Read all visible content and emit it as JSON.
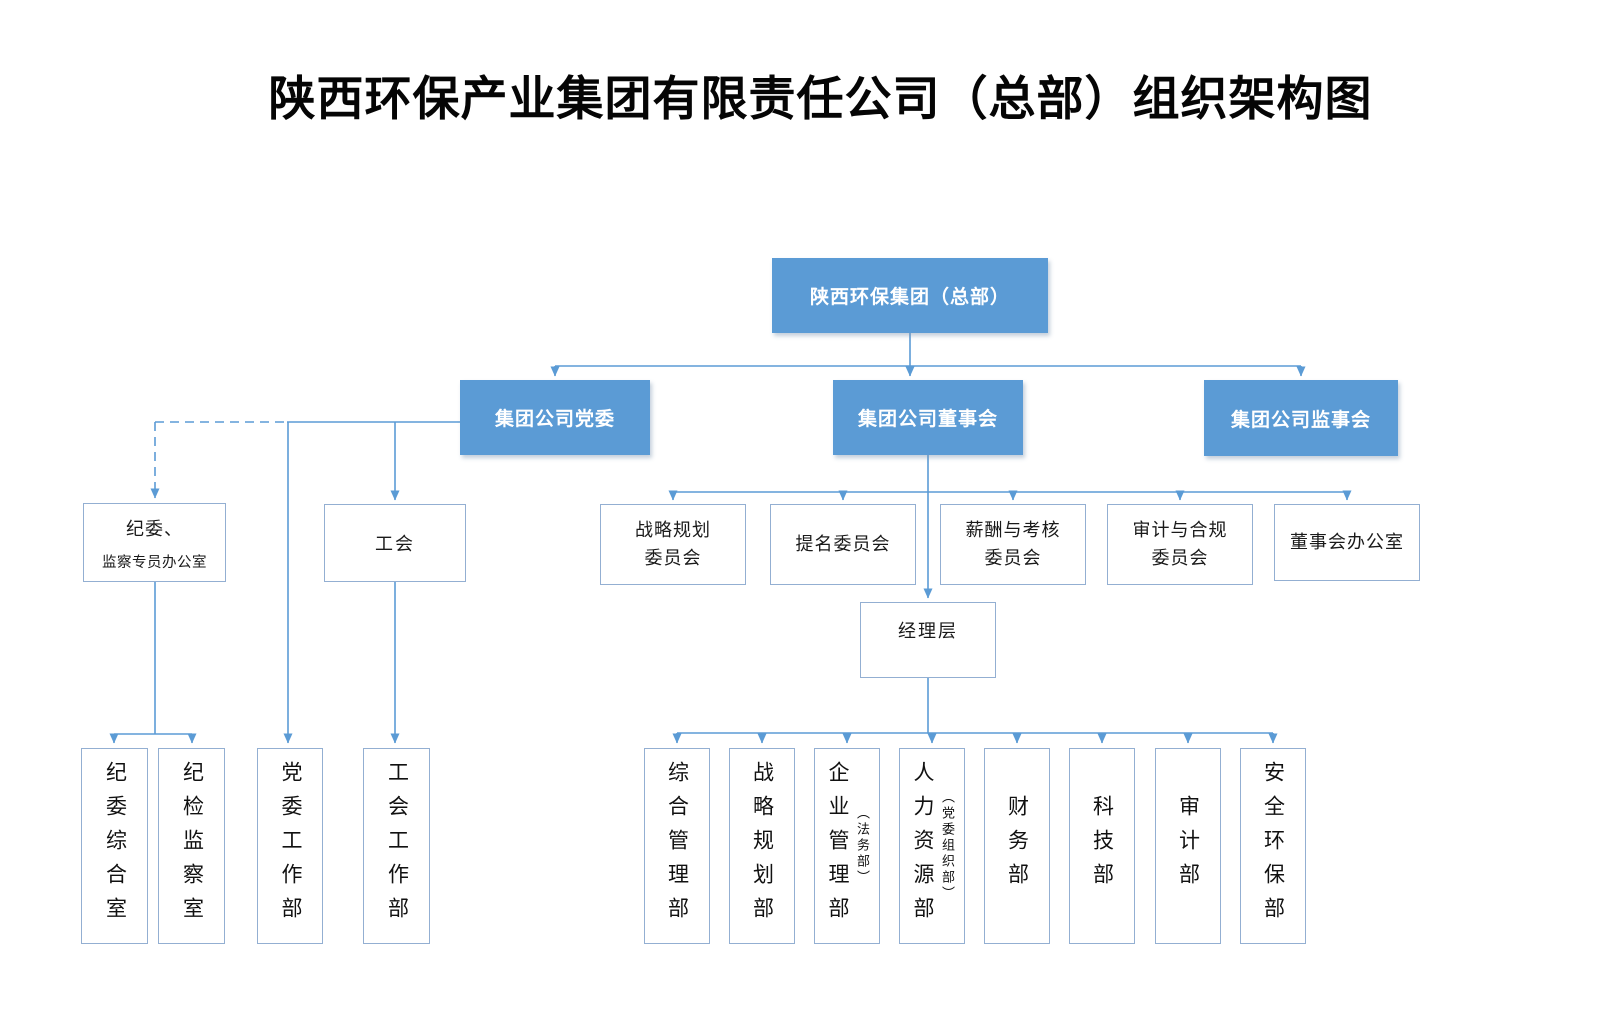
{
  "title": "陕西环保产业集团有限责任公司（总部）组织架构图",
  "colors": {
    "node_blue": "#5B9BD5",
    "connector_blue": "#5B9BD5",
    "white_box_border": "#93AFD2",
    "title_text": "#050505",
    "box_text": "#1a1a1a"
  },
  "nodes": {
    "root": {
      "label": "陕西环保集团（总部）"
    },
    "party": {
      "label": "集团公司党委"
    },
    "board": {
      "label": "集团公司董事会"
    },
    "supervisors": {
      "label": "集团公司监事会"
    },
    "discipline_office": {
      "line1": "纪委、",
      "line2": "监察专员办公室"
    },
    "union": {
      "label": "工会"
    },
    "committees": [
      {
        "lines": [
          "战略规划",
          "委员会"
        ]
      },
      {
        "lines": [
          "提名委员会"
        ]
      },
      {
        "lines": [
          "薪酬与考核",
          "委员会"
        ]
      },
      {
        "lines": [
          "审计与合规",
          "委员会"
        ]
      },
      {
        "lines": [
          "董事会办公室"
        ]
      }
    ],
    "management": {
      "label": "经理层"
    },
    "left_departments": [
      {
        "label": "纪委综合室"
      },
      {
        "label": "纪检监察室"
      },
      {
        "label": "党委工作部"
      },
      {
        "label": "工会工作部"
      }
    ],
    "departments": [
      {
        "label": "综合管理部",
        "sub": ""
      },
      {
        "label": "战略规划部",
        "sub": ""
      },
      {
        "label": "企业管理部",
        "sub": "（法务部）"
      },
      {
        "label": "人力资源部",
        "sub": "（党委组织部）"
      },
      {
        "label": "财务部",
        "sub": ""
      },
      {
        "label": "科技部",
        "sub": ""
      },
      {
        "label": "审计部",
        "sub": ""
      },
      {
        "label": "安全环保部",
        "sub": ""
      }
    ]
  }
}
